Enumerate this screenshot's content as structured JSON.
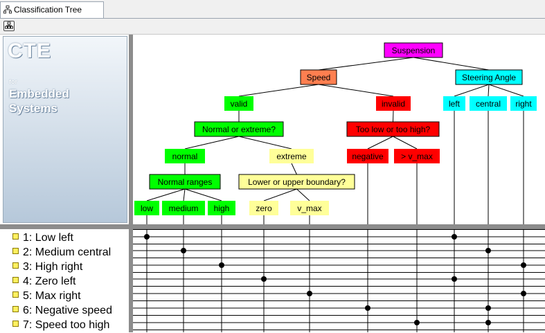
{
  "tab": {
    "label": "Classification Tree"
  },
  "cte": {
    "title": "CTE",
    "for": "for",
    "subtitle_1": "Embedded",
    "subtitle_2": "Systems"
  },
  "tree": {
    "nodes": [
      {
        "id": "suspension",
        "label": "Suspension",
        "color": "#ff00ff",
        "kind": "composition"
      },
      {
        "id": "speed",
        "label": "Speed",
        "color": "#ff7f50",
        "kind": "classification"
      },
      {
        "id": "steering",
        "label": "Steering Angle",
        "color": "#00ffff",
        "kind": "classification"
      },
      {
        "id": "valid",
        "label": "valid",
        "color": "#00ff00",
        "kind": "class"
      },
      {
        "id": "invalid",
        "label": "invalid",
        "color": "#ff0000",
        "kind": "class"
      },
      {
        "id": "left",
        "label": "left",
        "color": "#00ffff",
        "kind": "class"
      },
      {
        "id": "central",
        "label": "central",
        "color": "#00ffff",
        "kind": "class"
      },
      {
        "id": "right",
        "label": "right",
        "color": "#00ffff",
        "kind": "class"
      },
      {
        "id": "normal_or_extreme",
        "label": "Normal or extreme?",
        "color": "#00ff00",
        "kind": "classification"
      },
      {
        "id": "too_low_or_high",
        "label": "Too low or too high?",
        "color": "#ff0000",
        "kind": "classification"
      },
      {
        "id": "normal",
        "label": "normal",
        "color": "#00ff00",
        "kind": "class"
      },
      {
        "id": "extreme",
        "label": "extreme",
        "color": "#ffff99",
        "kind": "class"
      },
      {
        "id": "negative",
        "label": "negative",
        "color": "#ff0000",
        "kind": "class"
      },
      {
        "id": "gt_vmax",
        "label": "> v_max",
        "color": "#ff0000",
        "kind": "class"
      },
      {
        "id": "normal_ranges",
        "label": "Normal ranges",
        "color": "#00ff00",
        "kind": "classification"
      },
      {
        "id": "lower_upper",
        "label": "Lower or upper boundary?",
        "color": "#ffff99",
        "kind": "classification"
      },
      {
        "id": "low",
        "label": "low",
        "color": "#00ff00",
        "kind": "class"
      },
      {
        "id": "medium",
        "label": "medium",
        "color": "#00ff00",
        "kind": "class"
      },
      {
        "id": "high",
        "label": "high",
        "color": "#00ff00",
        "kind": "class"
      },
      {
        "id": "zero",
        "label": "zero",
        "color": "#ffff99",
        "kind": "class"
      },
      {
        "id": "v_max",
        "label": "v_max",
        "color": "#ffff99",
        "kind": "class"
      }
    ]
  },
  "test_cases": [
    {
      "label": "1: Low left",
      "marks": [
        "low",
        "left"
      ]
    },
    {
      "label": "2: Medium central",
      "marks": [
        "medium",
        "central"
      ]
    },
    {
      "label": "3: High right",
      "marks": [
        "high",
        "right"
      ]
    },
    {
      "label": "4: Zero left",
      "marks": [
        "zero",
        "left"
      ]
    },
    {
      "label": "5: Max right",
      "marks": [
        "v_max",
        "right"
      ]
    },
    {
      "label": "6: Negative speed",
      "marks": [
        "negative",
        "central"
      ]
    },
    {
      "label": "7: Speed too high",
      "marks": [
        "gt_vmax",
        "central"
      ]
    }
  ],
  "colors": {
    "splitter": "#8c8c8c",
    "panel_top": "#f2f6fa",
    "panel_bottom": "#b6c8da",
    "test_icon": "#fff060"
  },
  "icons": {
    "tab": "classification-tree-icon",
    "toolbar": "tree-view-icon"
  }
}
